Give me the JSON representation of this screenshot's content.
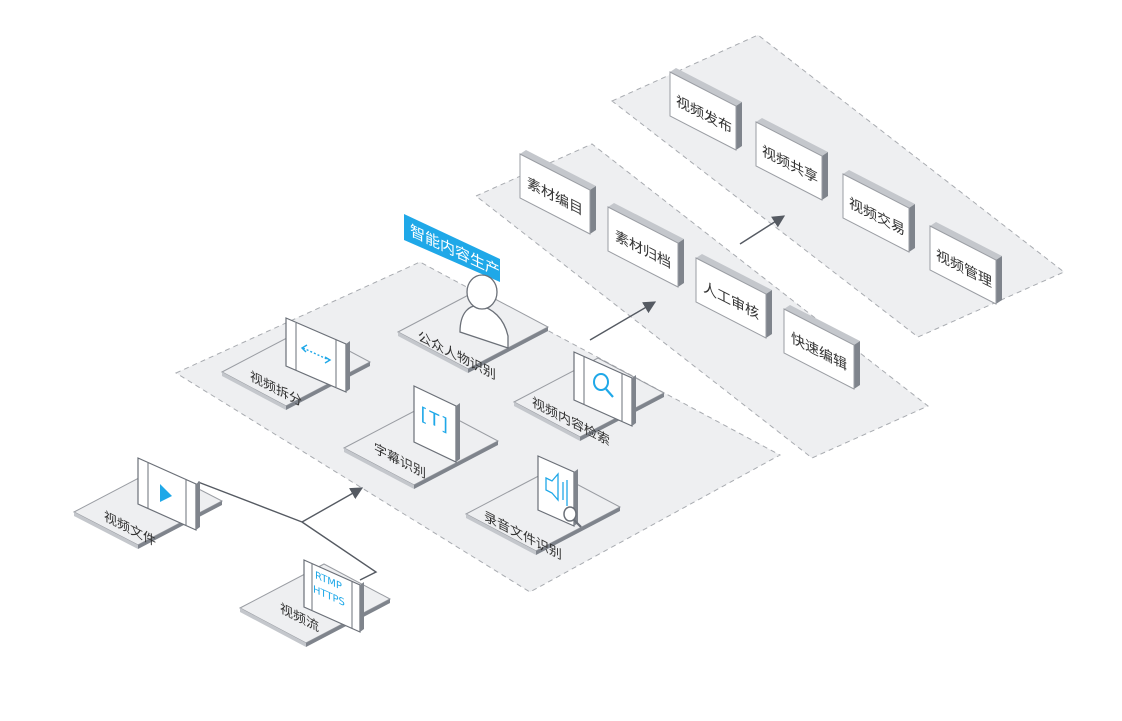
{
  "colors": {
    "region_fill": "#eeeff1",
    "region_border": "#a8abb0",
    "tile_fill": "#eeeff1",
    "tile_border": "#9a9da3",
    "box_front": "#ffffff",
    "box_side": "#7f848c",
    "box_top": "#c4c7cc",
    "accent": "#1fa8e8",
    "line": "#555a62",
    "text": "#333333"
  },
  "region": {
    "title": "智能内容生产"
  },
  "sources": [
    {
      "label": "视频文件",
      "icon": "video-play-icon"
    },
    {
      "label": "视频流",
      "icon": "rtmp-stream-icon",
      "icon_text_1": "RTMP",
      "icon_text_2": "HTTPS"
    }
  ],
  "production_items": [
    {
      "label": "视频拆分",
      "icon": "film-split-icon"
    },
    {
      "label": "公众人物识别",
      "icon": "person-icon"
    },
    {
      "label": "字幕识别",
      "icon": "subtitle-text-icon",
      "icon_text": "[T]"
    },
    {
      "label": "视频内容检索",
      "icon": "film-search-icon"
    },
    {
      "label": "录音文件识别",
      "icon": "audio-file-search-icon"
    }
  ],
  "processing_items": [
    "素材编目",
    "素材归档",
    "人工审核",
    "快速编辑"
  ],
  "publishing_items": [
    "视频发布",
    "视频共享",
    "视频交易",
    "视频管理"
  ]
}
